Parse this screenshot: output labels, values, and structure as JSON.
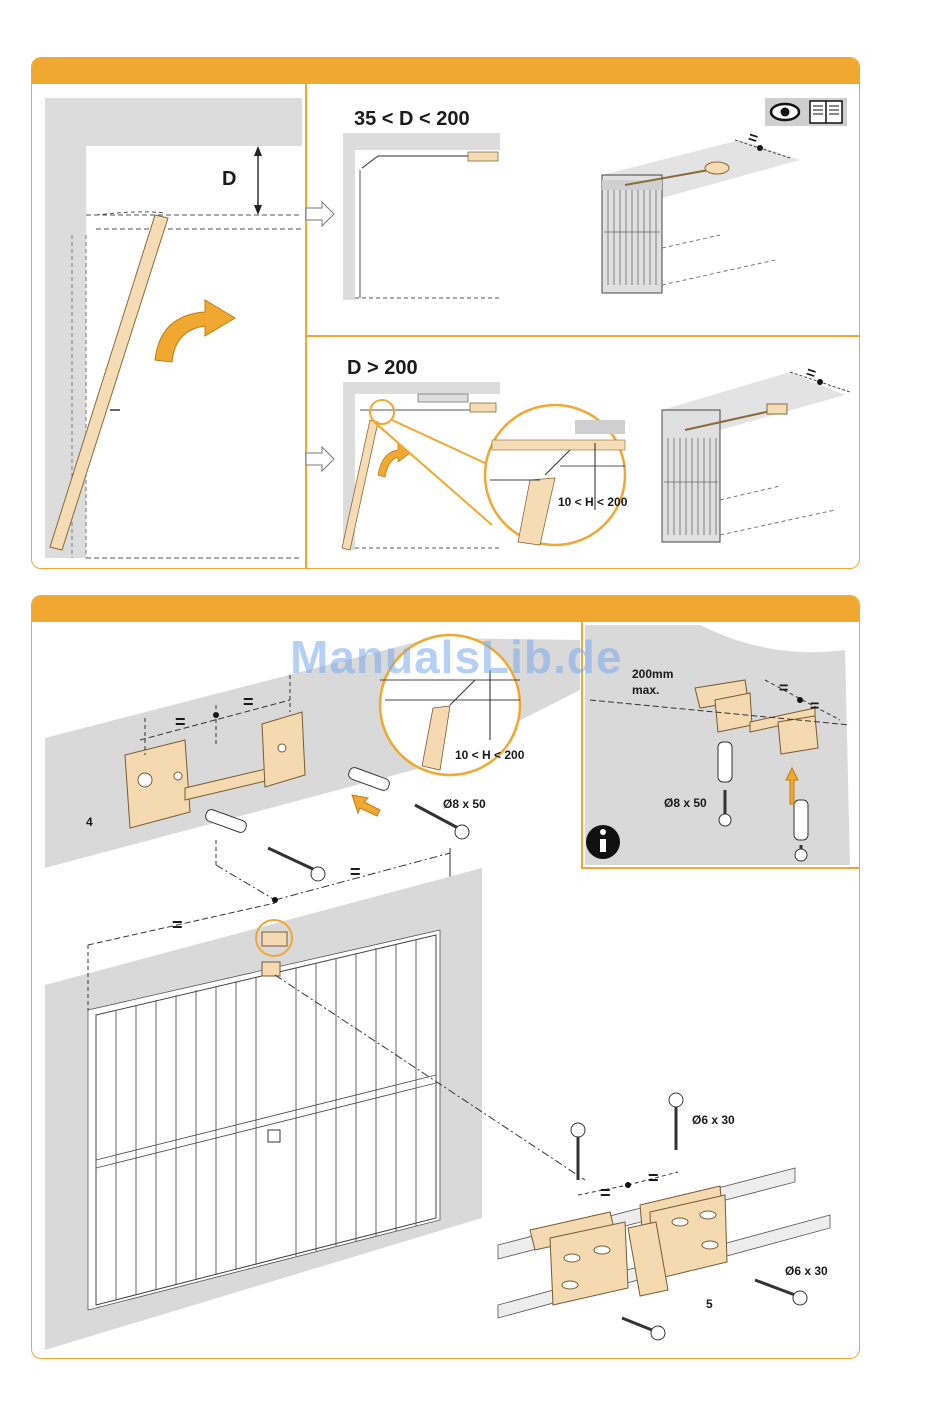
{
  "watermark": "ManualsLib.de",
  "colors": {
    "accent": "#f0a830",
    "wall_gray": "#d9d9da",
    "wood": "#f6dcb4",
    "bracket": "#f5d9b0"
  },
  "panel1": {
    "label_D": "D",
    "range_small": "35 < D < 200",
    "range_large": "D > 200",
    "height_range": "10 < H < 200",
    "equals": "=",
    "icons": [
      "eye-icon",
      "book-icon"
    ]
  },
  "panel2": {
    "equals": "=",
    "callout_4": "4",
    "callout_5": "5",
    "screw_8x50": "Ø8 x 50",
    "screw_8x50_b": "Ø8 x 50",
    "screw_6x30_top": "Ø6 x 30",
    "screw_6x30_side": "Ø6 x 30",
    "height_range": "10 < H < 200",
    "max_line1": "200mm",
    "max_line2": "max.",
    "info_icon": "info-icon"
  }
}
